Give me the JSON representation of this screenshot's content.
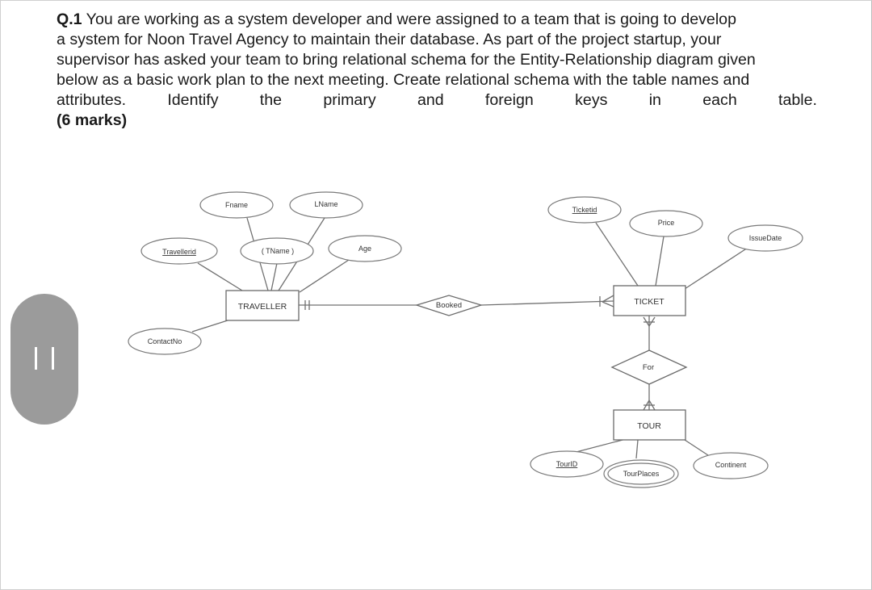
{
  "question": {
    "number": "Q.1",
    "lines": [
      " You are working as a system developer and were assigned to a team that is going to develop",
      "a system for Noon Travel Agency to maintain their database. As part of the project startup, your",
      "supervisor has asked your team to bring relational schema for the Entity-Relationship diagram given",
      "below as a basic work plan to the next meeting. Create relational schema with the table names and"
    ],
    "last_line_words": [
      "attributes.",
      "Identify",
      "the",
      "primary",
      "and",
      "foreign",
      "keys",
      "in",
      "each",
      "table."
    ],
    "marks": "(6 marks)"
  },
  "diagram": {
    "entities": {
      "traveller": "TRAVELLER",
      "ticket": "TICKET",
      "tour": "TOUR"
    },
    "relationships": {
      "booked": "Booked",
      "for": "For"
    },
    "attributes": {
      "fname": "Fname",
      "lname": "LName",
      "tname": "( TName )",
      "travellerid": "Travellerid",
      "age": "Age",
      "contactno": "ContactNo",
      "ticketid": "Ticketid",
      "price": "Price",
      "issuedate": "IssueDate",
      "tourid": "TourID",
      "tourplaces": "TourPlaces",
      "continent": "Continent"
    }
  },
  "colors": {
    "text": "#1a1a1a",
    "diagram_line": "#707070",
    "handle": "#9b9b9b"
  }
}
